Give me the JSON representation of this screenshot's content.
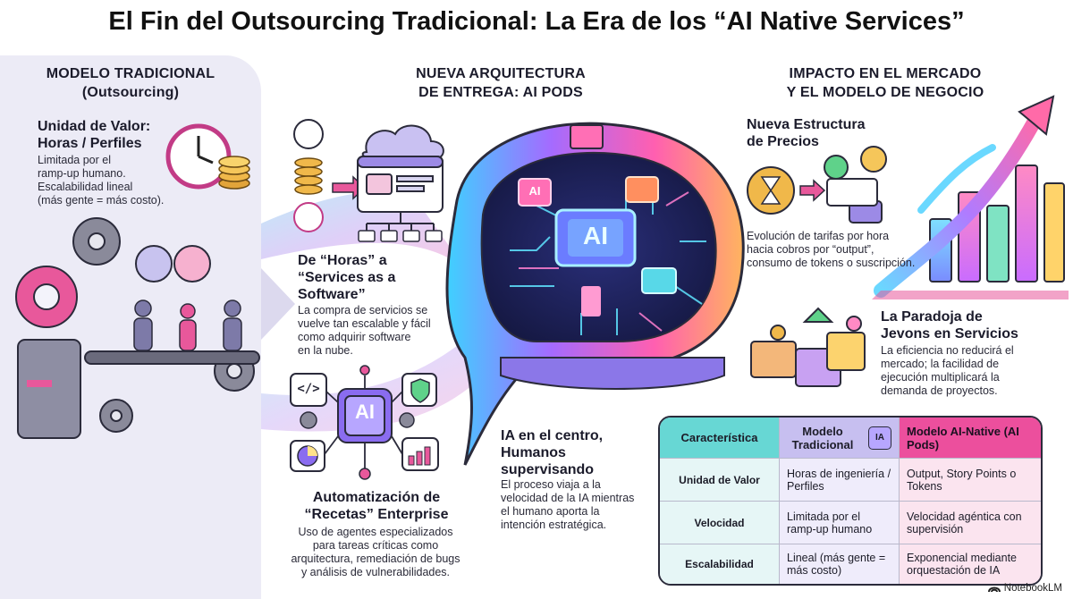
{
  "title": "El Fin del Outsourcing Tradicional: La Era de los “AI Native Services”",
  "left": {
    "heading_line1": "MODELO TRADICIONAL",
    "heading_line2": "(Outsourcing)",
    "unit_title_line1": "Unidad de Valor:",
    "unit_title_line2": "Horas / Perfiles",
    "unit_text": [
      "Limitada por el",
      "ramp-up humano.",
      "Escalabilidad lineal",
      "(más gente = más costo)."
    ]
  },
  "middle": {
    "heading_line1": "NUEVA ARQUITECTURA",
    "heading_line2": "DE ENTREGA: AI PODS",
    "saas_title": [
      "De “Horas” a",
      "“Services as a",
      "Software”"
    ],
    "saas_text": [
      "La compra de servicios se",
      "vuelve tan escalable y fácil",
      "como adquirir software",
      "en la nube."
    ],
    "auto_title": [
      "Automatización de",
      "“Recetas” Enterprise"
    ],
    "auto_text": [
      "Uso de agentes especializados",
      "para tareas críticas como",
      "arquitectura, remediación de bugs",
      "y análisis de vulnerabilidades."
    ],
    "ai_title": [
      "IA en el centro,",
      "Humanos",
      "supervisando"
    ],
    "ai_text": [
      "El proceso viaja a la",
      "velocidad de la IA mientras",
      "el humano aporta la",
      "intención estratégica."
    ],
    "chip_label": "AI",
    "small_chip_label": "AI",
    "recipe_chip_label": "AI",
    "code_icon_label": "</>"
  },
  "right": {
    "heading_line1": "IMPACTO EN EL MERCADO",
    "heading_line2": "Y EL MODELO DE NEGOCIO",
    "pricing_title": [
      "Nueva Estructura",
      "de Precios"
    ],
    "pricing_text": [
      "Evolución de tarifas por hora",
      "hacia cobros por “output”,",
      "consumo de tokens o suscripción."
    ],
    "jevons_title": [
      "La Paradoja de",
      "Jevons en Servicios"
    ],
    "jevons_text": [
      "La eficiencia no reducirá el",
      "mercado; la facilidad de",
      "ejecución multiplicará la",
      "demanda de proyectos."
    ]
  },
  "table": {
    "headers": [
      "Característica",
      "Modelo Tradicional",
      "Modelo AI-Native (AI Pods)"
    ],
    "rows": [
      [
        "Unidad de Valor",
        "Horas de ingeniería / Perfiles",
        "Output, Story Points o Tokens"
      ],
      [
        "Velocidad",
        "Limitada por el ramp-up humano",
        "Velocidad agéntica con supervisión"
      ],
      [
        "Escalabilidad",
        "Lineal (más gente = más costo)",
        "Exponencial mediante orquestación de IA"
      ]
    ],
    "header_icon_label": "IA"
  },
  "brand": "NotebookLM",
  "colors": {
    "teal": "#67d7d4",
    "lavender": "#c7bff0",
    "pink": "#ec4f9d",
    "purple": "#7b4fd6",
    "panel": "#ecebf6"
  }
}
